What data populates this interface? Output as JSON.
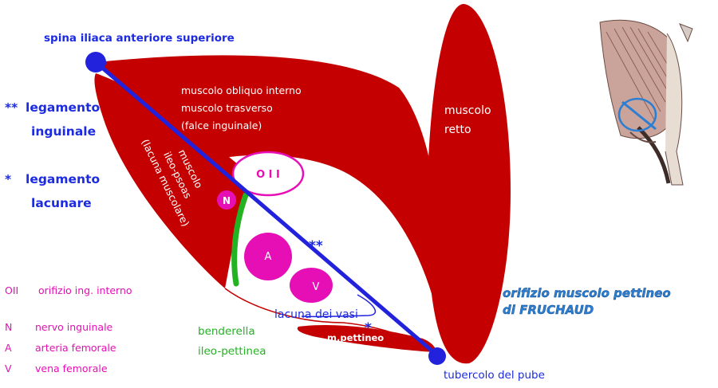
{
  "colors": {
    "muscle": "#c40000",
    "ligament": "#2222dd",
    "label_blue": "#1c2be0",
    "magenta": "#e60fb6",
    "green": "#22b222",
    "fruchaud": "#2a7fd4"
  },
  "landmarks": {
    "asis": "spina iliaca anteriore superiore",
    "pubic_tubercle": "tubercolo del pube"
  },
  "legend_left": {
    "inguinal_mark": "**",
    "inguinal_1": "legamento",
    "inguinal_2": "inguinale",
    "lacunar_mark": "*",
    "lacunar_1": "legamento",
    "lacunar_2": "lacunare"
  },
  "muscles": {
    "oblique_1": "muscolo obliquo interno",
    "oblique_2": "muscolo trasverso",
    "oblique_3": "(falce inguinale)",
    "psoas_1": "muscolo",
    "psoas_2": "ileo-psoas",
    "psoas_3": "(lacuna muscolare)",
    "rectus_1": "muscolo",
    "rectus_2": "retto",
    "pectineus": "m.pettineo"
  },
  "structures": {
    "oii": "O I I",
    "n": "N",
    "a": "A",
    "v": "V",
    "ligament_mark": "**",
    "lacunar_mark": "*",
    "vessels": "lacuna dei vasi",
    "band_1": "benderella",
    "band_2": "ileo-pettinea"
  },
  "key": {
    "oii_abbr": "OII",
    "oii_text": "orifizio ing. interno",
    "n_abbr": "N",
    "n_text": "nervo inguinale",
    "a_abbr": "A",
    "a_text": "arteria femorale",
    "v_abbr": "V",
    "v_text": "vena femorale"
  },
  "fruchaud": {
    "line1": "orifizio muscolo pettineo",
    "line2": "di   FRUCHAUD"
  },
  "thumbnail": {
    "icon": "anatomy-drawing-icon"
  }
}
